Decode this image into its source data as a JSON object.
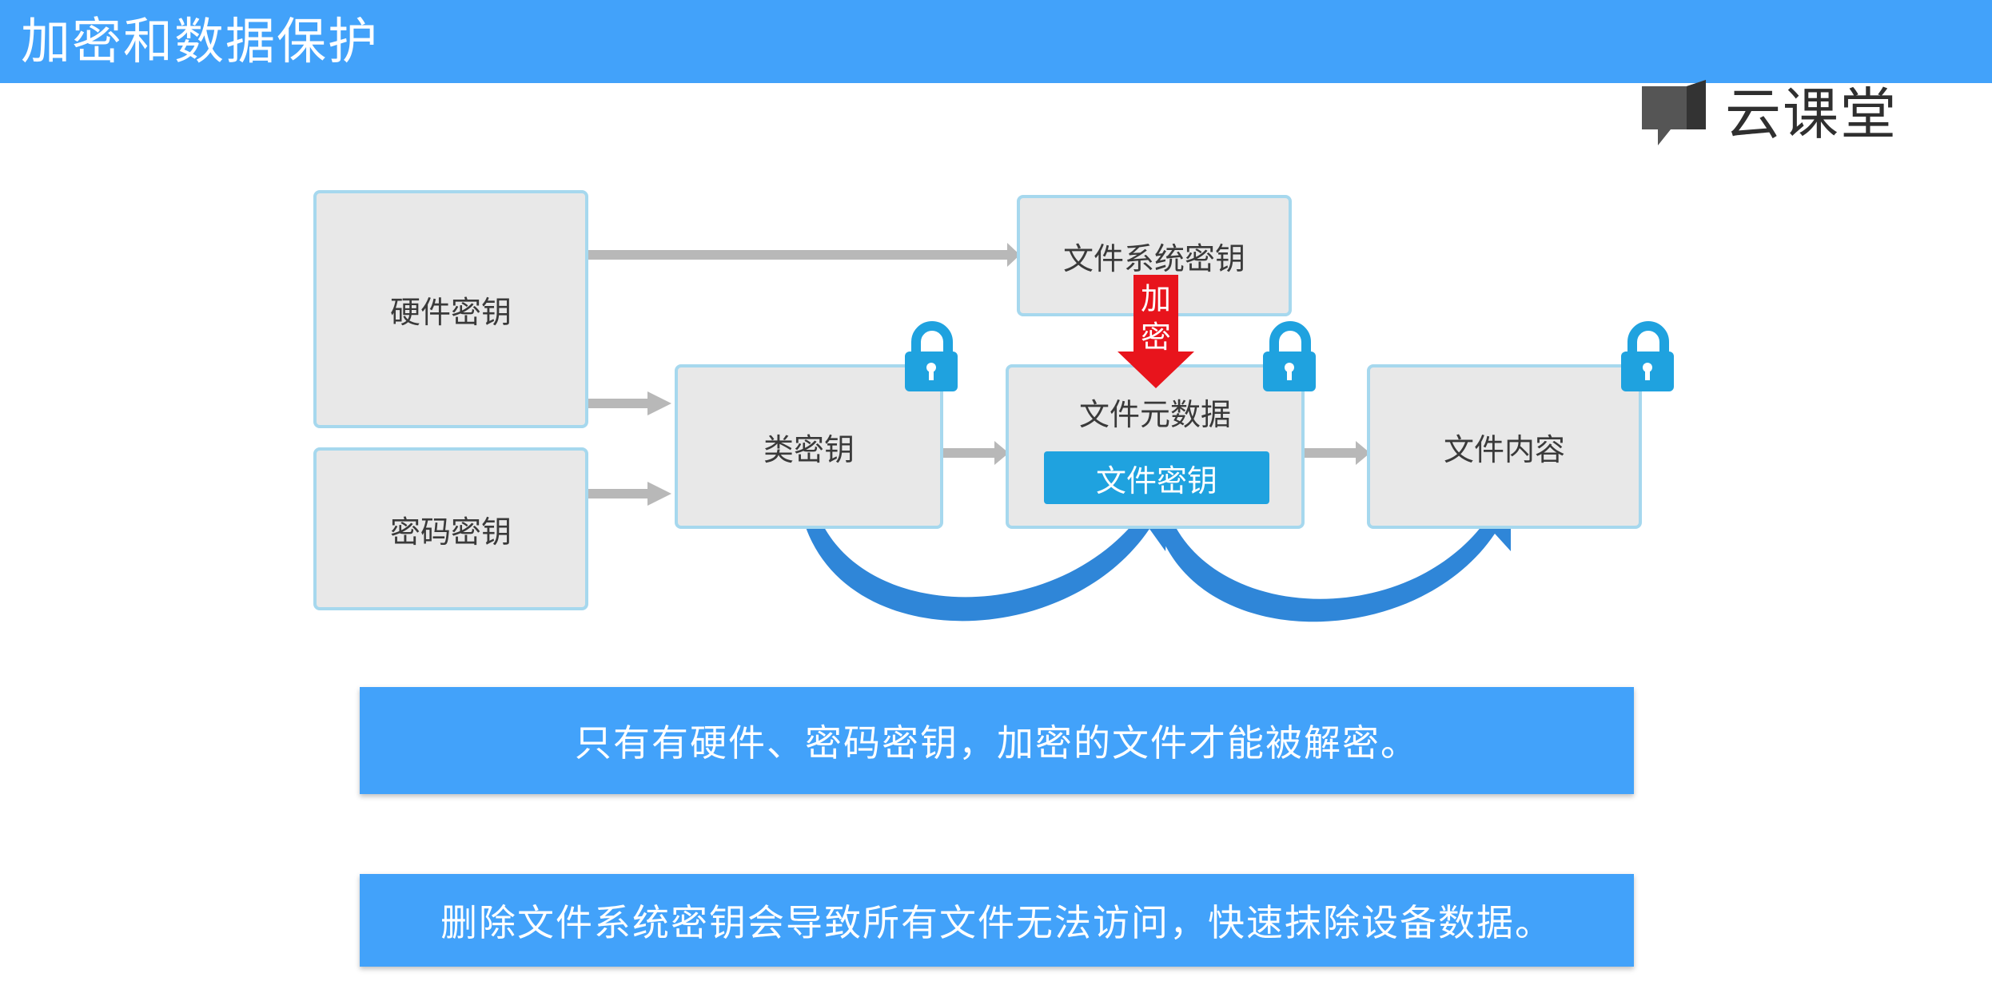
{
  "header": {
    "title": "加密和数据保护"
  },
  "logo": {
    "text": "云课堂"
  },
  "diagram": {
    "hardware_key": "硬件密钥",
    "password_key": "密码密钥",
    "class_key": "类密钥",
    "fs_key": "文件系统密钥",
    "file_metadata": "文件元数据",
    "file_key": "文件密钥",
    "file_content": "文件内容",
    "encrypt_label": "加密"
  },
  "notes": [
    "只有有硬件、密码密钥，加密的文件才能被解密。",
    "删除文件系统密钥会导致所有文件无法访问，快速抹除设备数据。"
  ],
  "colors": {
    "title_bar": "#42a2fa",
    "box_fill": "#e8e8e8",
    "box_border": "#a6d8ee",
    "key_chip": "#1fa2df",
    "lock": "#1fa2df",
    "encrypt_arrow": "#e8141c",
    "curve_arrow": "#2f86d8",
    "gray_arrow": "#b8b8b8"
  }
}
